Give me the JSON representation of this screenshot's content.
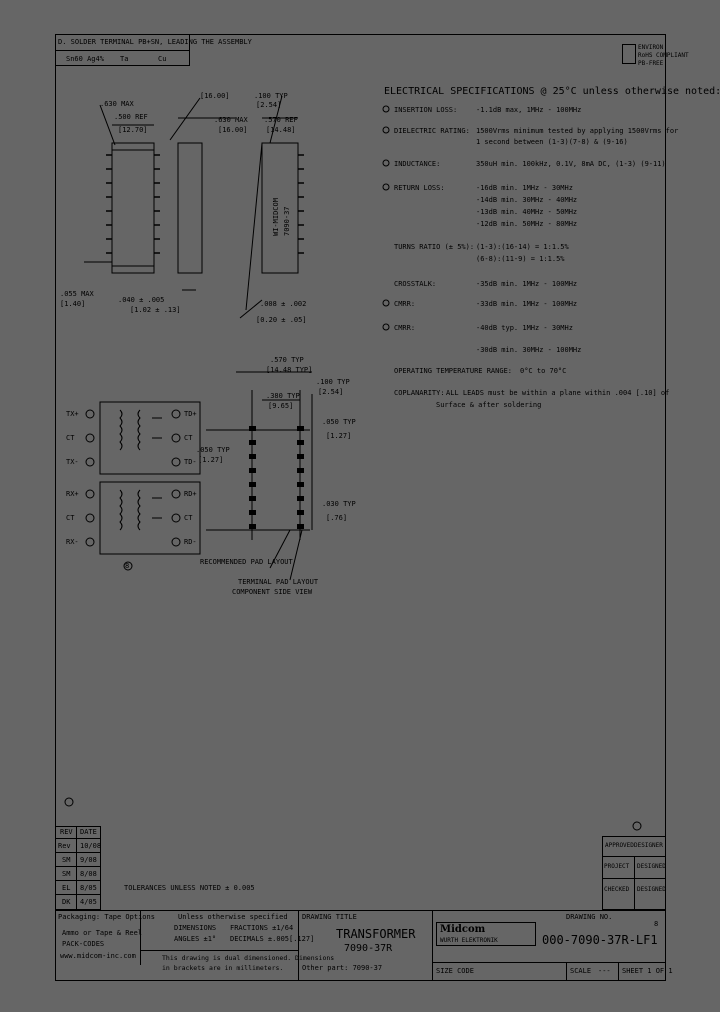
{
  "header": {
    "title": "D. SOLDER TERMINAL PB+SN, LEADING THE ASSEMBLY",
    "note1": "Sn60 Ag4%",
    "note2": "Ta",
    "note3": "Cu"
  },
  "corner_notes": [
    "ENVIRON",
    "RoHS COMPLIANT",
    "PB-FREE"
  ],
  "specs_title": "ELECTRICAL SPECIFICATIONS @ 25°C unless otherwise noted:",
  "specs": [
    {
      "label": "INSERTION LOSS:",
      "value": "-1.1dB max, 1MHz - 100MHz"
    },
    {
      "label": "DIELECTRIC RATING:",
      "value": "1500Vrms minimum tested by applying 1500Vrms for"
    },
    {
      "label": "",
      "value": "1 second between (1-3)(7-8) & (9-16)"
    },
    {
      "label": "INDUCTANCE:",
      "value": "350uH min. 100kHz, 0.1V, 8mA DC, (1-3) (9-11)"
    },
    {
      "label": "RETURN LOSS:",
      "value": "-16dB min. 1MHz - 30MHz"
    },
    {
      "label": "",
      "value": "-14dB min. 30MHz - 40MHz"
    },
    {
      "label": "",
      "value": "-13dB min. 40MHz - 50MHz"
    },
    {
      "label": "",
      "value": "-12dB min. 50MHz - 80MHz"
    },
    {
      "label": "TURNS RATIO (± 5%):",
      "value": "(1-3):(16-14) = 1:1.5%"
    },
    {
      "label": "",
      "value": "(6-8):(11-9) = 1:1.5%"
    },
    {
      "label": "CROSSTALK:",
      "value": "-35dB min. 1MHz - 100MHz"
    },
    {
      "label": "CMRR:",
      "value": "-33dB min. 1MHz - 100MHz"
    },
    {
      "label": "CMRR:",
      "value": "-40dB typ. 1MHz - 30MHz"
    },
    {
      "label": "",
      "value": "-30dB min. 30MHz - 100MHz"
    },
    {
      "label": "OPERATING TEMPERATURE RANGE:",
      "value": "0°C to 70°C"
    },
    {
      "label": "COPLANARITY:",
      "value": "ALL LEADS must be within a plane within .004 [.10] of"
    },
    {
      "label": "",
      "value": "Surface & after soldering"
    }
  ],
  "drawing": {
    "top_labels": [
      ".630 MAX",
      "[16.00]",
      ".500 REF",
      "[12.70]",
      ".100 TYP",
      "[2.54]",
      ".630 MAX",
      "[16.00]",
      ".570 REF",
      "[14.48]"
    ],
    "part_marking": "WI-MIDCOM",
    "part_code": "7090-37",
    "mid_labels": [
      ".055 MAX",
      "[1.40]",
      ".040 ± .005",
      "[1.02 ± .13]",
      ".008 ± .002",
      "[0.20 ± .05]"
    ],
    "footprint_labels": [
      ".570 TYP",
      "[14.48 TYP]",
      ".380 TYP",
      "[9.65]",
      ".100 TYP",
      "[2.54]",
      ".050 TYP",
      "[1.27]",
      ".030 TYP",
      "[.76]"
    ],
    "footprint_notes": [
      "RECOMMENDED PAD LAYOUT",
      "TERMINAL PAD LAYOUT",
      "COMPONENT SIDE VIEW"
    ],
    "schematic_pins_left": [
      "TX+",
      "CT",
      "TX-",
      "RX+",
      "CT",
      "RX-"
    ],
    "schematic_pins_right": [
      "TD+",
      "CT",
      "TD-",
      "RD+",
      "CT",
      "RD-"
    ],
    "schematic_marker": "8"
  },
  "revisions": {
    "header": [
      "REV",
      "DATE"
    ],
    "rows": [
      [
        "Rev",
        "10/08"
      ],
      [
        "SM",
        "9/08"
      ],
      [
        "SM",
        "8/08"
      ],
      [
        "EL",
        "8/05"
      ],
      [
        "DK",
        "4/05"
      ]
    ],
    "note": "TOLERANCES UNLESS NOTED ± 0.005"
  },
  "approvals": {
    "rows": [
      [
        "APPROVED",
        "DESIGNER"
      ],
      [
        "PROJECT",
        "DESIGNED"
      ],
      [
        "CHECKED",
        "DESIGNED"
      ]
    ]
  },
  "title_block": {
    "packaging": [
      "Packaging: Tape Options",
      "Ammo or Tape & Reel",
      "PACK-CODES",
      "www.midcom-inc.com"
    ],
    "tolerances": [
      "Unless otherwise specified",
      "DIMENSIONS",
      "ANGLES ±1°",
      "FRACTIONS ±1/64",
      "DECIMALS ±.005[.127]"
    ],
    "units_note": [
      "This drawing is dual dimensioned. Dimensions",
      "in brackets are in millimeters."
    ],
    "drawing_title_label": "DRAWING TITLE",
    "drawing_title": "TRANSFORMER",
    "drawing_subtitle": "7090-37R",
    "other_part": "Other part: 7090-37",
    "company": "Midcom",
    "company_sub": "WURTH ELEKTRONIK",
    "drawing_no_label": "DRAWING NO.",
    "drawing_no": "000-7090-37R-LF1",
    "rev_mark": "8",
    "sheet_size_label": "SIZE CODE",
    "scale_label": "SCALE",
    "scale_value": "---",
    "sheet_label": "SHEET 1 OF 1"
  }
}
